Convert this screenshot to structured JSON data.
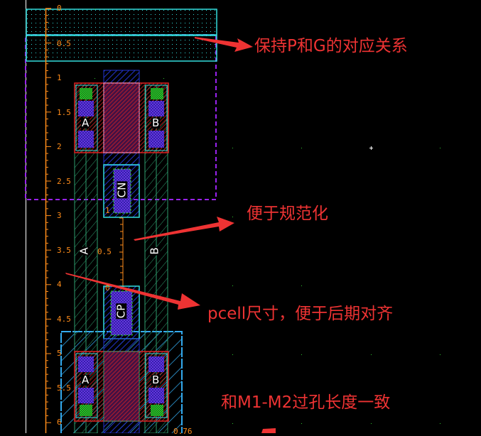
{
  "window": {
    "background": "#000000"
  },
  "ruler": {
    "color": "#ff8c1a",
    "vertical_labels": [
      "0",
      "0.5",
      "1",
      "1.5",
      "2",
      "2.5",
      "3",
      "3.5",
      "4",
      "4.5",
      "5",
      "5.5",
      "6"
    ],
    "small_ruler_labels": [
      "1",
      "0.5",
      "0"
    ],
    "corner_label": "0.76"
  },
  "layout": {
    "colors": {
      "cyan_box": "#33dddd",
      "purple_dashed": "#9922ee",
      "red_poly": "#dd2222",
      "blue_metal": "#2233cc",
      "green_active": "#2e9e6e",
      "light_blue_well": "#33aaee",
      "contact_green": "#33dd33"
    },
    "pins": {
      "top_left": "A",
      "top_right": "B",
      "mid_left": "A",
      "mid_right": "B",
      "bottom_left": "A",
      "bottom_right": "B",
      "cn": "CN",
      "cp": "CP"
    }
  },
  "annotations": {
    "color": "#ee3333",
    "notes": [
      "保持P和G的对应关系",
      "便于规范化",
      "pcell尺寸，便于后期对齐",
      "和M1-M2过孔长度一致"
    ]
  }
}
